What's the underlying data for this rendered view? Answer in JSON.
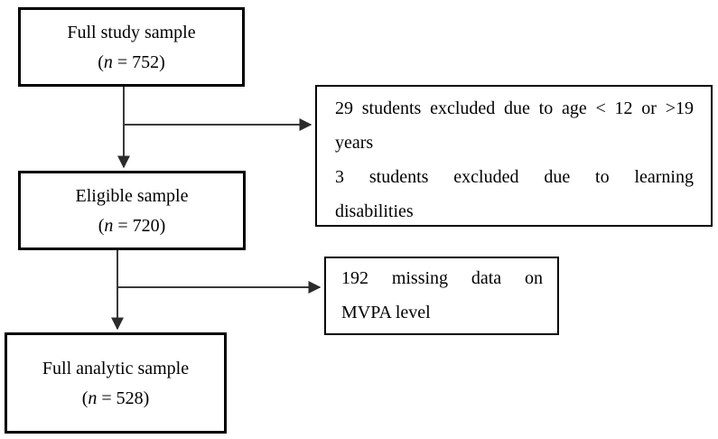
{
  "page": {
    "background_color": "#ffffff",
    "box_border_color": "#000000",
    "text_color": "#000000",
    "connector_color": "#3a3a3a"
  },
  "flowchart": {
    "main_nodes": [
      {
        "title": "Full study sample",
        "n_open": "(",
        "n_var": "n",
        "n_rest": " = 752)"
      },
      {
        "title": "Eligible sample",
        "n_open": "(",
        "n_var": "n",
        "n_rest": " = 720)"
      },
      {
        "title": "Full analytic sample",
        "n_open": "(",
        "n_var": "n",
        "n_rest": " = 528)"
      }
    ],
    "exclusion_nodes": [
      {
        "lines": [
          "29 students excluded due to age < 12 or >19",
          "years",
          "3 students excluded due to learning",
          "disabilities"
        ]
      },
      {
        "lines": [
          "192 missing data on",
          "MVPA level"
        ]
      }
    ]
  }
}
